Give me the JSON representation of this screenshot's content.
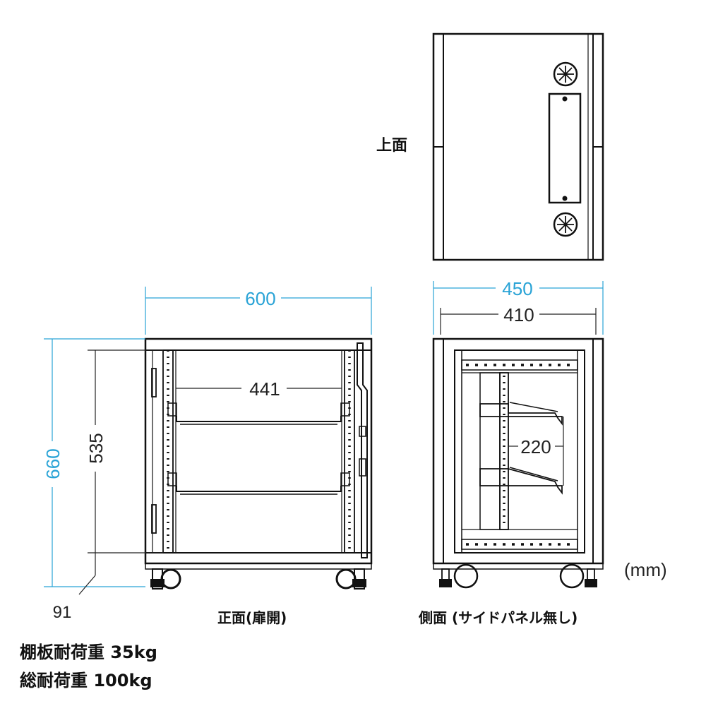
{
  "views": {
    "top_label": "上面",
    "front_label": "正面(扉開)",
    "side_label": "側面 (サイドパネル無し)"
  },
  "dimensions": {
    "front_width": "600",
    "side_width": "450",
    "side_inner_width": "410",
    "inner_rail_width": "441",
    "total_height": "660",
    "rack_height": "535",
    "caster_height": "91",
    "shelf_pitch": "220"
  },
  "unit_label": "(mm)",
  "specs": {
    "shelf_load": "棚板耐荷重 35kg",
    "total_load": "総耐荷重 100kg"
  },
  "colors": {
    "dimension_accent": "#29a3d6",
    "line": "#111111"
  }
}
